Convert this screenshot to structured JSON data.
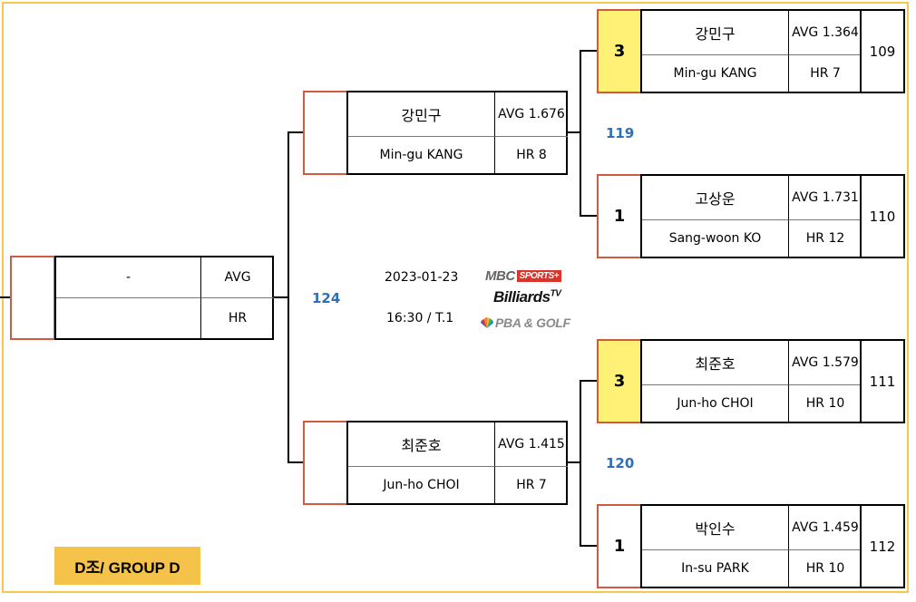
{
  "group_label": "D조/ GROUP D",
  "event": {
    "date": "2023-01-23",
    "time_table": "16:30 / T.1"
  },
  "broadcasters": {
    "mbc_sports": {
      "main": "MBC",
      "badge": "SPORTS+"
    },
    "billiards_tv": {
      "main": "Billiards",
      "sup": "TV"
    },
    "pba_golf": "PBA & GOLF"
  },
  "final": {
    "match_no": "124",
    "player": {
      "name_ko": "-",
      "name_en": "",
      "avg": "AVG",
      "hr": "HR"
    }
  },
  "semis": [
    {
      "match_no": "119",
      "player": {
        "name_ko": "강민구",
        "name_en": "Min-gu KANG",
        "avg": "AVG 1.676",
        "hr": "HR 8"
      }
    },
    {
      "match_no": "120",
      "player": {
        "name_ko": "최준호",
        "name_en": "Jun-ho CHOI",
        "avg": "AVG 1.415",
        "hr": "HR 7"
      }
    }
  ],
  "first_round": [
    {
      "score": "3",
      "winner": true,
      "name_ko": "강민구",
      "name_en": "Min-gu KANG",
      "avg": "AVG 1.364",
      "hr": "HR 7",
      "match_no": "109"
    },
    {
      "score": "1",
      "winner": false,
      "name_ko": "고상운",
      "name_en": "Sang-woon KO",
      "avg": "AVG 1.731",
      "hr": "HR 12",
      "match_no": "110"
    },
    {
      "score": "3",
      "winner": true,
      "name_ko": "최준호",
      "name_en": "Jun-ho CHOI",
      "avg": "AVG 1.579",
      "hr": "HR 10",
      "match_no": "111"
    },
    {
      "score": "1",
      "winner": false,
      "name_ko": "박인수",
      "name_en": "In-su PARK",
      "avg": "AVG 1.459",
      "hr": "HR 10",
      "match_no": "112"
    }
  ],
  "colors": {
    "frame": "#f2c94c",
    "score_border": "#d35a42",
    "winner_fill": "#fff176",
    "match_label": "#2e6fb5",
    "group_badge": "#f5c24a"
  }
}
